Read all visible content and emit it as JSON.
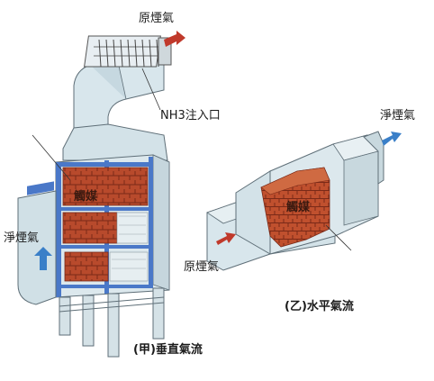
{
  "vertical": {
    "raw_gas_label": "原煙氣",
    "nh3_label": "NH3注入口",
    "catalyst_label": "觸媒",
    "clean_gas_label": "淨煙氣",
    "caption": "(甲)垂直氣流"
  },
  "horizontal": {
    "clean_gas_label": "淨煙氣",
    "catalyst_label": "觸媒",
    "raw_gas_label": "原煙氣",
    "caption": "(乙)水平氣流"
  },
  "colors": {
    "duct_fill": "#d8e6ec",
    "duct_stroke": "#5f6f78",
    "steel": "#4a78c8",
    "catalyst": "#b84a2c",
    "arrow_red": "#c0392b",
    "arrow_blue": "#3a7fc8"
  }
}
